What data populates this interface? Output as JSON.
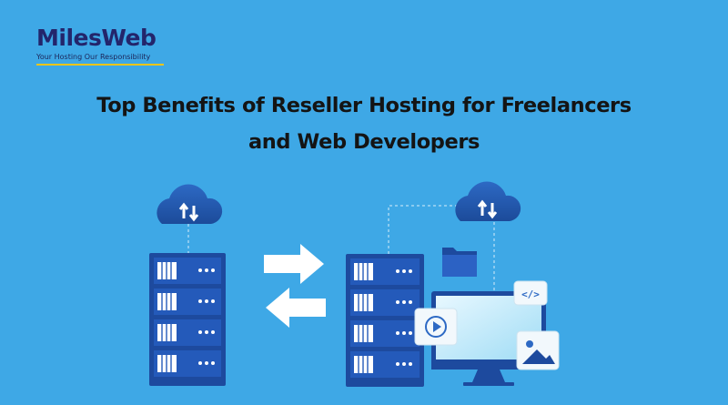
{
  "brand": {
    "name": "MilesWeb",
    "tagline": "Your Hosting Our Responsibility",
    "accent_color": "#f3c515",
    "text_color": "#23256b"
  },
  "headline": {
    "line1": "Top Benefits of Reseller Hosting for Freelancers",
    "line2": "and Web Developers"
  },
  "illustration": {
    "code_badge": "</>",
    "icons": [
      "cloud-sync-icon",
      "cloud-sync-icon",
      "server-rack",
      "server-rack",
      "arrow-right-icon",
      "arrow-left-icon",
      "folder-icon",
      "monitor-icon",
      "play-icon",
      "image-icon",
      "code-icon"
    ]
  },
  "colors": {
    "background": "#3ea8e6",
    "server": "#1d4a9e",
    "arrow": "#ffffff"
  }
}
